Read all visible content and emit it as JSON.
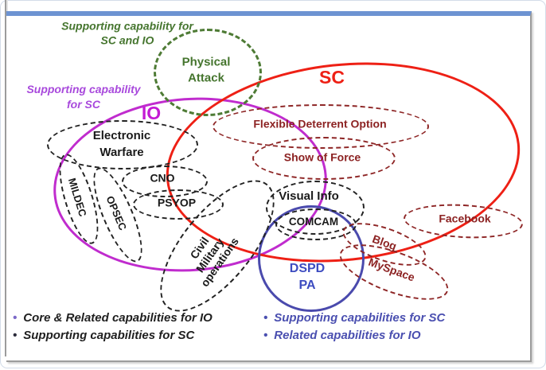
{
  "captions": {
    "green_caption": "Supporting capability for\nSC and IO",
    "magenta_caption": "Supporting capability\nfor SC"
  },
  "regions": {
    "io": {
      "label": "IO"
    },
    "sc": {
      "label": "SC"
    },
    "physical_attack": {
      "label": "Physical\nAttack"
    },
    "dspd": {
      "label": "DSPD\nPA"
    }
  },
  "nodes": {
    "electronic_warfare": "Electronic\nWarfare",
    "mildec": "MILDEC",
    "opsec": "OPSEC",
    "cno": "CNO",
    "psyop": "PSYOP",
    "civil_military": "Civil\nMilitary\noperations",
    "visual_info": "Visual Info",
    "comcam": "COMCAM",
    "flexible_deterrent": "Flexible Deterrent Option",
    "show_of_force": "Show of Force",
    "facebook": "Facebook",
    "blog": "Blog",
    "myspace": "MySpace"
  },
  "legend": {
    "left": [
      {
        "text": "Core & Related capabilities for IO",
        "bullet": "•",
        "bullet_color": "#7b68c8",
        "text_color": "#1f1f1f"
      },
      {
        "text": "Supporting capabilities for SC",
        "bullet": "•",
        "bullet_color": "#2b2b3a",
        "text_color": "#1f1f1f"
      }
    ],
    "right": [
      {
        "text": "Supporting capabilities for SC",
        "bullet": "•",
        "bullet_color": "#4a4fb0",
        "text_color": "#4a4fb0"
      },
      {
        "text": "Related capabilities for IO",
        "bullet": "•",
        "bullet_color": "#4a4fb0",
        "text_color": "#4a4fb0"
      }
    ]
  },
  "colors": {
    "green": "#4e7b35",
    "green_text": "#45752e",
    "magenta": "#c02cce",
    "magenta_text": "#a849dc",
    "io_label": "#c31ad4",
    "red": "#ee2015",
    "maroon": "#8e2626",
    "black_node": "#222222",
    "blue_circle": "#4a4aad",
    "blue_text": "#3d4cc0",
    "top_bar": "#6d93d2",
    "frame_gray": "#9c9c9c"
  }
}
